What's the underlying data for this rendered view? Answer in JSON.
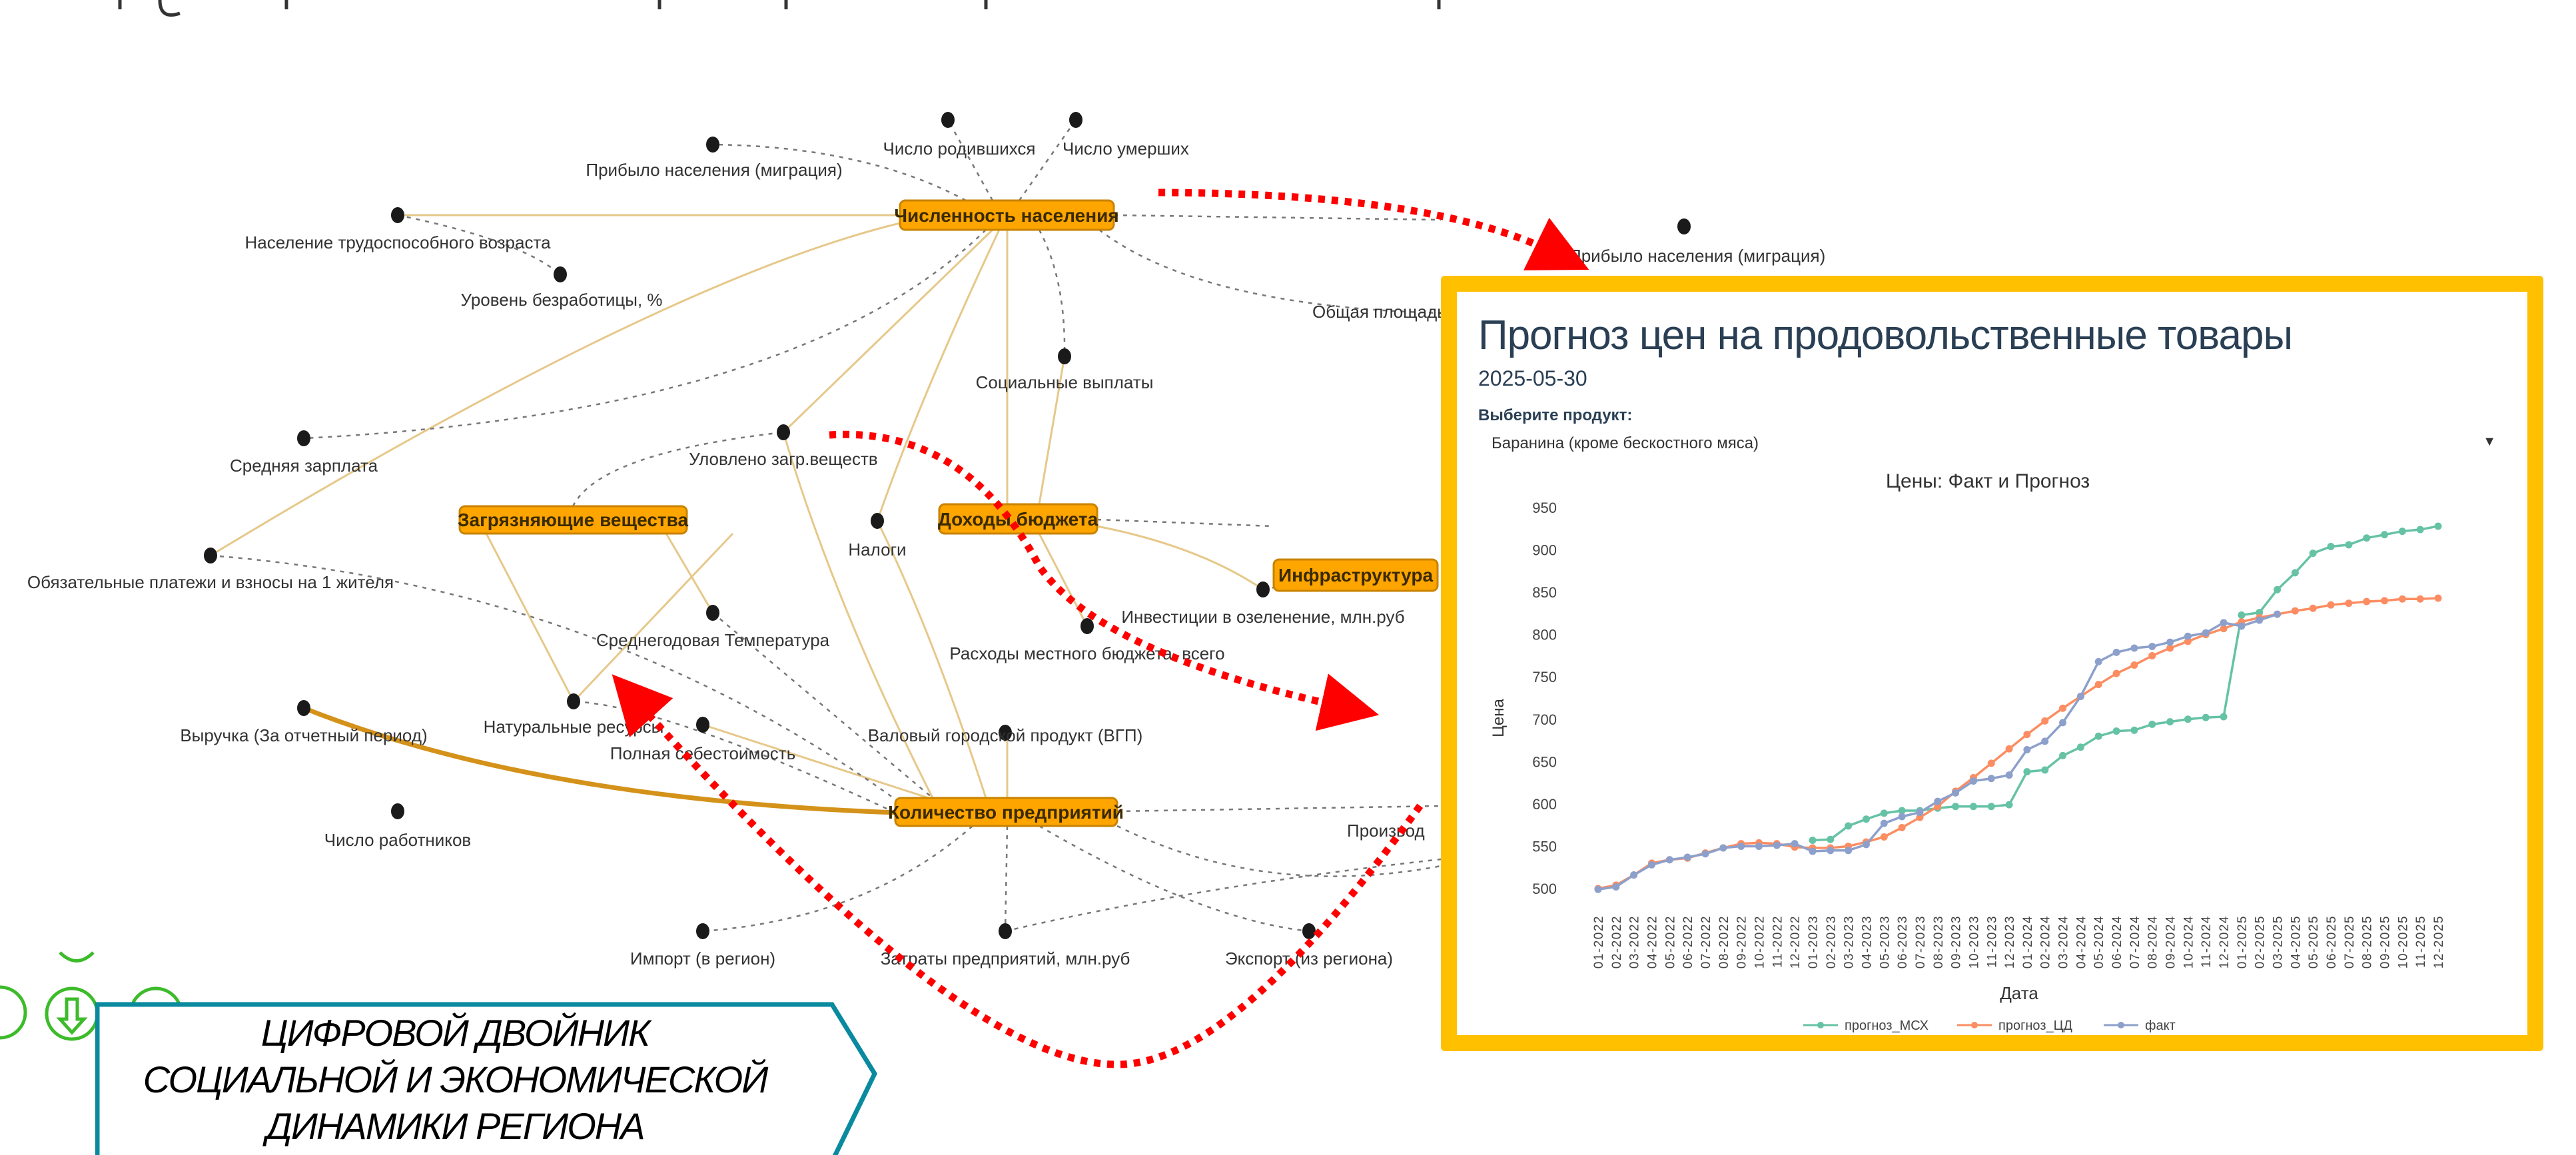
{
  "colors": {
    "accent": "#FFC000",
    "node_box": "#FFA500",
    "edge_tan": "#E6C88A",
    "edge_strong": "#D4921A",
    "edge_gray": "#777777",
    "annotation": "#FF0000",
    "banner_border": "#0A8A9F",
    "icon_green": "#3DBB2B"
  },
  "graph": {
    "boxes": [
      "Численность населения",
      "Загрязняющие вещества",
      "Доходы бюджета",
      "Количество предприятий",
      "Инфраструктура"
    ],
    "labels": [
      "Прибыло населения (миграция)",
      "Число родившихся",
      "Число умерших",
      "Население трудоспособного возраста",
      "Уровень безработицы, %",
      "Социальные выплаты",
      "Общая площадь",
      "Прибыло населения (миграция)",
      "Средняя зарплата",
      "Уловлено загр.веществ",
      "Налоги",
      "Обязательные платежи и взносы на 1 жителя",
      "Среднегодовая Температура",
      "Инвестиции в озеленение, млн.руб",
      "Расходы местного бюджета, всего",
      "Натуральные ресурсы",
      "Выручка (За отчетный период)",
      "Полная себестоимость",
      "Валовый городской продукт (ВГП)",
      "Число работников",
      "Импорт (в регион)",
      "Затраты предприятий, млн.руб",
      "Экспорт (из региона)",
      "Производ"
    ]
  },
  "panel": {
    "title": "Прогноз цен на продовольственные товары",
    "date": "2025-05-30",
    "select_label": "Выберите продукт:",
    "selected_product": "Баранина (кроме бескостного мяса)",
    "dropdown_icon": "caret-down-icon",
    "dropdown_arrow": "▼"
  },
  "banner": {
    "line1": "ЦИФРОВОЙ ДВОЙНИК",
    "line2": "СОЦИАЛЬНОЙ И ЭКОНОМИЧЕСКОЙ",
    "line3": "ДИНАМИКИ РЕГИОНА"
  },
  "chart_data": {
    "type": "line",
    "title": "Цены:  Факт и Прогноз",
    "xlabel": "Дата",
    "ylabel": "Цена",
    "ylim": [
      500,
      950
    ],
    "yticks": [
      500,
      550,
      600,
      650,
      700,
      750,
      800,
      850,
      900,
      950
    ],
    "grid": false,
    "legend_position": "bottom",
    "categories": [
      "01-2022",
      "02-2022",
      "03-2022",
      "04-2022",
      "05-2022",
      "06-2022",
      "07-2022",
      "08-2022",
      "09-2022",
      "10-2022",
      "11-2022",
      "12-2022",
      "01-2023",
      "02-2023",
      "03-2023",
      "04-2023",
      "05-2023",
      "06-2023",
      "07-2023",
      "08-2023",
      "09-2023",
      "10-2023",
      "11-2023",
      "12-2023",
      "01-2024",
      "02-2024",
      "03-2024",
      "04-2024",
      "05-2024",
      "06-2024",
      "07-2024",
      "08-2024",
      "09-2024",
      "10-2024",
      "11-2024",
      "12-2024",
      "01-2025",
      "02-2025",
      "03-2025",
      "04-2025",
      "05-2025",
      "06-2025",
      "07-2025",
      "08-2025",
      "09-2025",
      "10-2025",
      "11-2025",
      "12-2025"
    ],
    "series": [
      {
        "name": "прогноз_МСХ",
        "color": "#66C2A5",
        "values": [
          null,
          null,
          null,
          null,
          null,
          null,
          null,
          null,
          null,
          null,
          null,
          null,
          557,
          558,
          574,
          582,
          589,
          592,
          592,
          595,
          597,
          597,
          597,
          599,
          638,
          640,
          657,
          667,
          680,
          686,
          687,
          694,
          697,
          700,
          702,
          703,
          823,
          826,
          853,
          873,
          896,
          904,
          906,
          914,
          918,
          922,
          924,
          928
        ]
      },
      {
        "name": "прогноз_ЦД",
        "color": "#FC8D62",
        "values": [
          500,
          504,
          516,
          530,
          534,
          536,
          542,
          548,
          553,
          554,
          553,
          549,
          548,
          548,
          550,
          555,
          561,
          572,
          584,
          597,
          615,
          631,
          648,
          665,
          682,
          698,
          713,
          727,
          741,
          754,
          764,
          775,
          784,
          792,
          800,
          807,
          815,
          820,
          824,
          828,
          831,
          835,
          837,
          839,
          840,
          842,
          842,
          843
        ]
      },
      {
        "name": "факт",
        "color": "#8DA0CB",
        "values": [
          499,
          502,
          516,
          528,
          534,
          537,
          541,
          548,
          550,
          550,
          551,
          553,
          544,
          545,
          545,
          552,
          577,
          585,
          590,
          603,
          613,
          627,
          630,
          634,
          664,
          674,
          696,
          727,
          768,
          779,
          784,
          786,
          791,
          798,
          802,
          814,
          810,
          817,
          824,
          null,
          null,
          null,
          null,
          null,
          null,
          null,
          null,
          null
        ]
      }
    ]
  }
}
